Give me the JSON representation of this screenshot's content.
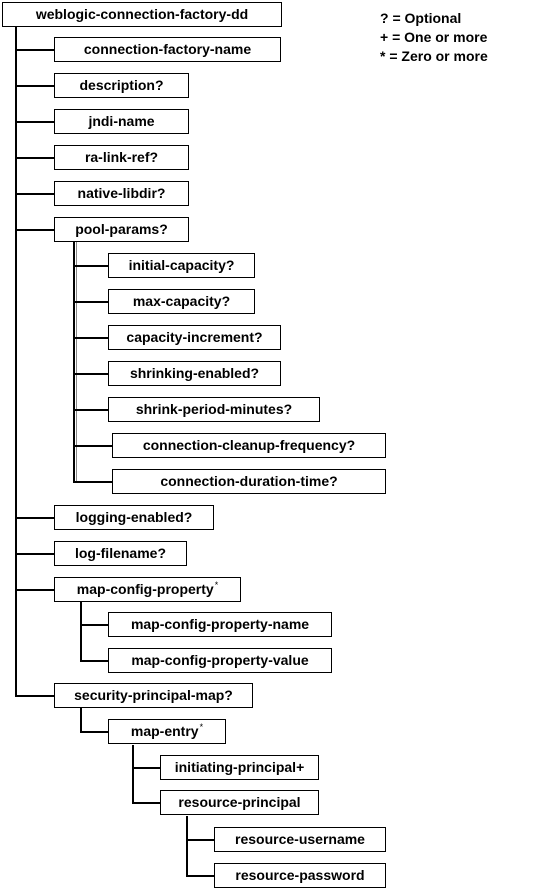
{
  "legend": {
    "optional": "? = Optional",
    "one_or_more": "+ = One or more",
    "zero_or_more": "* = Zero or more"
  },
  "nodes": {
    "root": "weblogic-connection-factory-dd",
    "connection_factory_name": "connection-factory-name",
    "description": "description?",
    "jndi_name": "jndi-name",
    "ra_link_ref": "ra-link-ref?",
    "native_libdir": "native-libdir?",
    "pool_params": "pool-params?",
    "initial_capacity": "initial-capacity?",
    "max_capacity": "max-capacity?",
    "capacity_increment": "capacity-increment?",
    "shrinking_enabled": "shrinking-enabled?",
    "shrink_period_minutes": "shrink-period-minutes?",
    "connection_cleanup_frequency": "connection-cleanup-frequency?",
    "connection_duration_time": "connection-duration-time?",
    "logging_enabled": "logging-enabled?",
    "log_filename": "log-filename?",
    "map_config_property": "map-config-property",
    "map_config_property_marker": "*",
    "map_config_property_name": "map-config-property-name",
    "map_config_property_value": "map-config-property-value",
    "security_principal_map": "security-principal-map?",
    "map_entry": "map-entry",
    "map_entry_marker": "*",
    "initiating_principal": "initiating-principal+",
    "resource_principal": "resource-principal",
    "resource_username": "resource-username",
    "resource_password": "resource-password"
  }
}
